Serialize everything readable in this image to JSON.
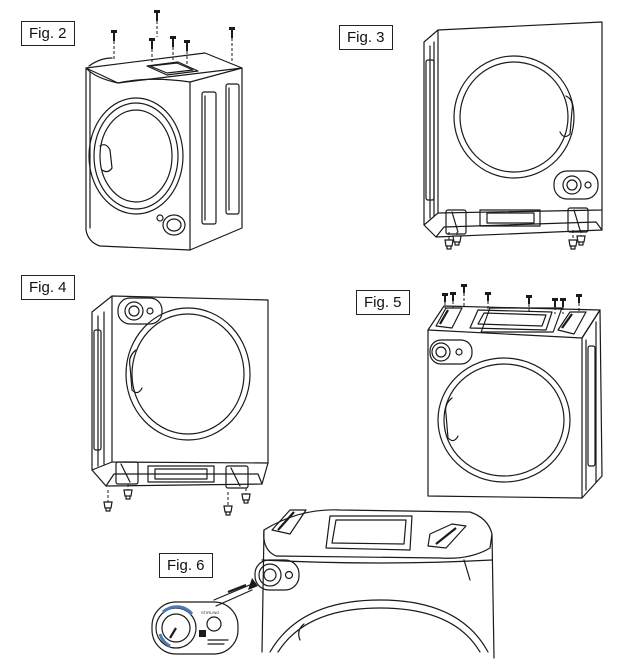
{
  "figures": [
    {
      "id": "fig2",
      "label": "Fig. 2"
    },
    {
      "id": "fig3",
      "label": "Fig. 3"
    },
    {
      "id": "fig4",
      "label": "Fig. 4"
    },
    {
      "id": "fig5",
      "label": "Fig. 5"
    },
    {
      "id": "fig6",
      "label": "Fig. 6"
    }
  ],
  "control_panel": {
    "brand": "STIRLING"
  }
}
